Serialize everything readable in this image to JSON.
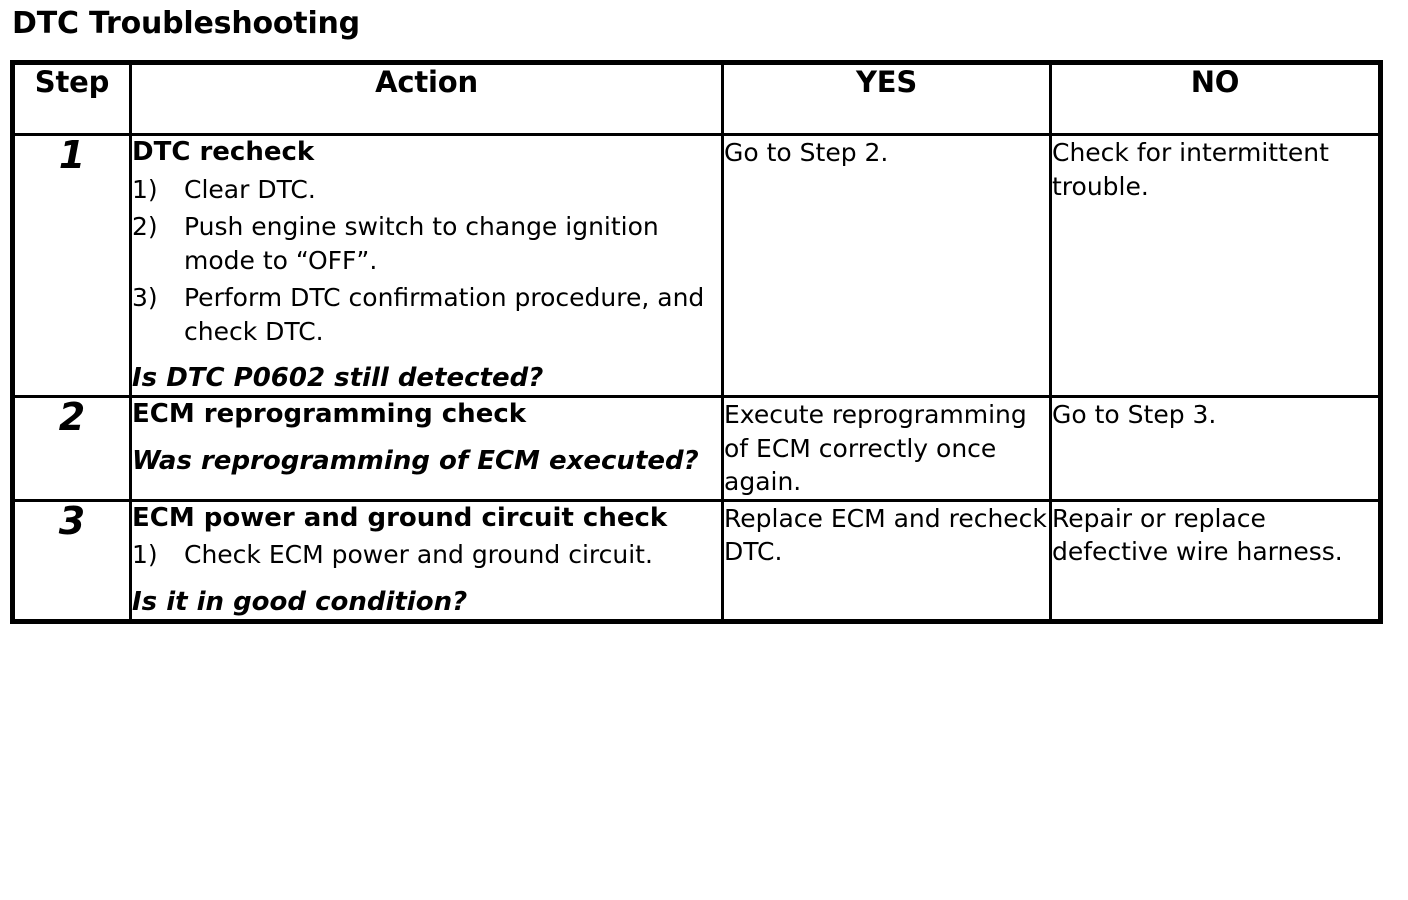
{
  "page_title": "DTC Troubleshooting",
  "table": {
    "headers": {
      "step": "Step",
      "action": "Action",
      "yes": "YES",
      "no": "NO"
    },
    "rows": [
      {
        "step": "1",
        "action": {
          "heading": "DTC recheck",
          "steps": [
            {
              "marker": "1)",
              "text": "Clear DTC."
            },
            {
              "marker": "2)",
              "text": "Push engine switch to change ignition mode to “OFF”."
            },
            {
              "marker": "3)",
              "text": "Perform DTC confirmation procedure, and check DTC."
            }
          ],
          "question": "Is DTC P0602 still detected?"
        },
        "yes": "Go to Step 2.",
        "no": "Check for intermittent trouble."
      },
      {
        "step": "2",
        "action": {
          "heading": "ECM reprogramming check",
          "steps": [],
          "question": "Was reprogramming of ECM executed?"
        },
        "yes": "Execute reprogramming of ECM correctly once again.",
        "no": "Go to Step 3."
      },
      {
        "step": "3",
        "action": {
          "heading": "ECM power and ground circuit check",
          "steps": [
            {
              "marker": "1)",
              "text": "Check ECM power and ground circuit."
            }
          ],
          "question": "Is it in good condition?"
        },
        "yes": "Replace ECM and recheck DTC.",
        "no": "Repair or replace defective wire harness."
      }
    ]
  }
}
